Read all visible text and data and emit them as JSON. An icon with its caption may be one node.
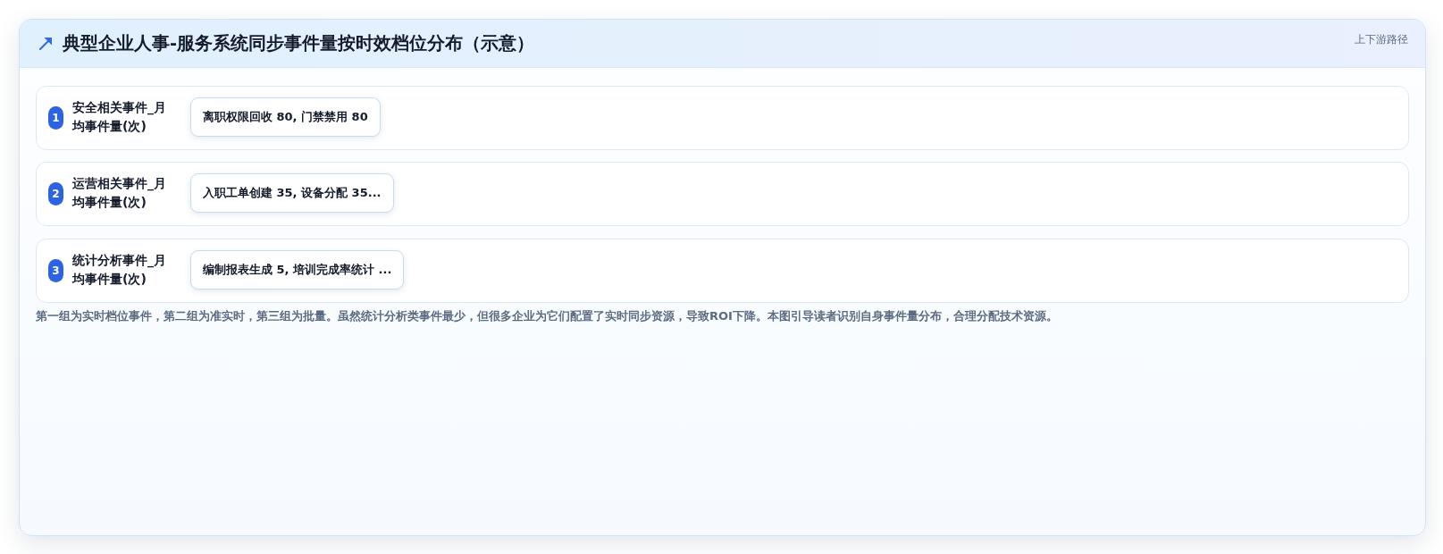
{
  "diagram": {
    "title": "典型企业人事-服务系统同步事件量按时效档位分布（示意）",
    "caption": "第一组为实时档位事件，第二组为准实时，第三组为批量。虽然统计分析类事件最少，但很多企业为它们配置了实时同步资源，导致ROI下降。本图引导读者识别自身事件量分布，合理分配技术资源。",
    "nodes": [
      {
        "text": [
          "安全相关事件_月均事件量(次)"
        ]
      },
      {
        "text": [
          "1"
        ],
        "in": 0
      },
      {
        "text": [
          "离职权限回收 80, 门禁禁用 80"
        ],
        "in": 0
      },
      {
        "text": [
          "运营相关事件_月均事件量(次)"
        ]
      },
      {
        "text": [
          "2"
        ],
        "in": 3
      },
      {
        "text": [
          "入职工单创建 35, 设备分配 35..."
        ],
        "in": 3
      },
      {
        "text": [
          "统计分析事件_月均事件量(次)"
        ]
      },
      {
        "text": [
          "3"
        ],
        "in": 6
      },
      {
        "text": [
          "编制报表生成 5, 培训完成率统计 ..."
        ],
        "in": 6
      }
    ],
    "labels": [
      "上下游路径"
    ]
  }
}
